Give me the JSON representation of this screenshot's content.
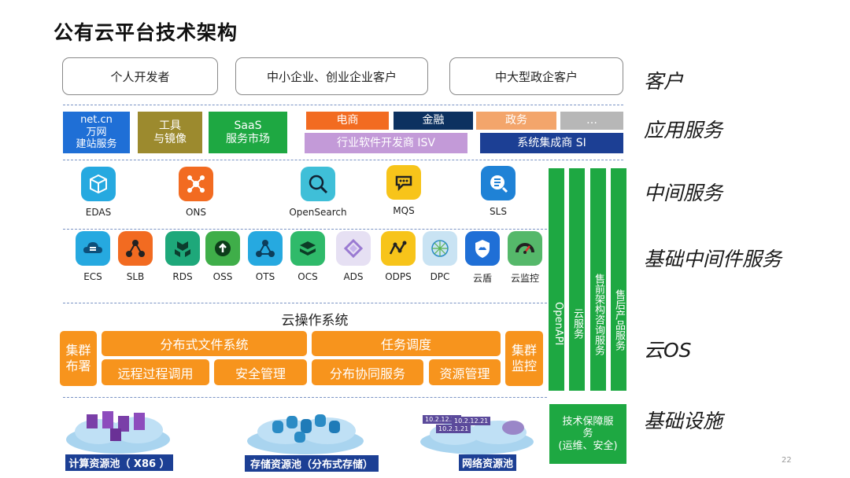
{
  "title": "公有云平台技术架构",
  "customers": [
    "个人开发者",
    "中小企业、创业企业客户",
    "中大型政企客户"
  ],
  "layers": {
    "customer": "客户",
    "app": "应用服务",
    "middle": "中间服务",
    "base_middleware": "基础中间件服务",
    "cloud_os": "云OS",
    "infra": "基础设施"
  },
  "app_services": {
    "netcn": [
      "net.cn",
      "万网",
      "建站服务"
    ],
    "tools": [
      "工具",
      "与镜像"
    ],
    "saas": [
      "SaaS",
      "服务市场"
    ],
    "ecommerce": "电商",
    "finance": "金融",
    "government": "政务",
    "more": "…",
    "isv": "行业软件开发商 ISV",
    "si": "系统集成商 SI"
  },
  "middle_services": [
    "EDAS",
    "ONS",
    "OpenSearch",
    "MQS",
    "SLS"
  ],
  "base_services": [
    "ECS",
    "SLB",
    "RDS",
    "OSS",
    "OTS",
    "OCS",
    "ADS",
    "ODPS",
    "DPC",
    "云盾",
    "云监控"
  ],
  "cloud_os": {
    "title": "云操作系统",
    "cluster_deploy": [
      "集群",
      "布署"
    ],
    "cluster_monitor": [
      "集群",
      "监控"
    ],
    "dfs": "分布式文件系统",
    "scheduling": "任务调度",
    "rpc": "远程过程调用",
    "security": "安全管理",
    "coordination": "分布协同服务",
    "resource": "资源管理"
  },
  "side_columns": [
    "OpenAPI",
    "云服务",
    "售前架构咨询服务",
    "售后产品服务"
  ],
  "tech_support": [
    "技术保障服",
    "务",
    "(运维、安全)"
  ],
  "infra": {
    "compute": "计算资源池（ X86 ）",
    "storage": "存储资源池（分布式存储）",
    "network": "网络资源池",
    "ip_tags": [
      "10.2.12.21",
      "10.2.12.21",
      "10.2.1.21"
    ]
  },
  "page_number": "22",
  "colors": {
    "green": "#1ea842",
    "orange": "#f7941d",
    "blue": "#1f6fd6",
    "olive": "#9c8a2e",
    "navy": "#1c3f94",
    "dark_navy": "#0c3160",
    "lavender": "#c39ad8",
    "peach": "#f3a56b",
    "gray": "#b7b7b7",
    "ecommerce": "#f26b21",
    "dash": "#7a93c4"
  }
}
